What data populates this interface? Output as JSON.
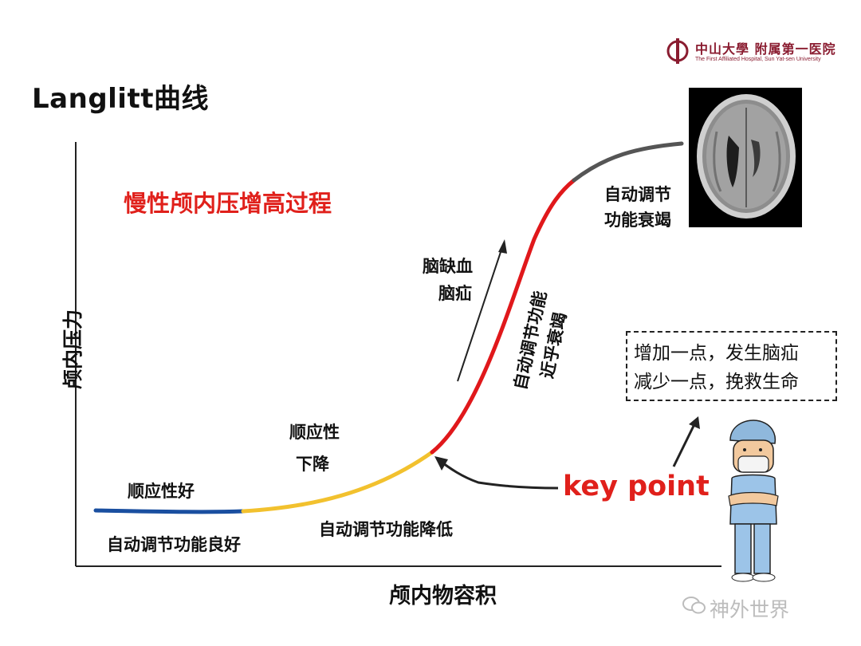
{
  "title": "Langlitt曲线",
  "subtitle": "慢性颅内压增高过程",
  "axes": {
    "y_label": "颅内压力",
    "x_label": "颅内物容积"
  },
  "stages": {
    "good_top": "顺应性好",
    "good_bottom": "自动调节功能良好",
    "decline_top_1": "顺应性",
    "decline_top_2": "下降",
    "decline_bottom": "自动调节功能降低",
    "ischemia_1": "脑缺血",
    "ischemia_2": "脑疝",
    "near_fail_1": "自动调节功能",
    "near_fail_2": "近乎衰竭",
    "fail_1": "自动调节",
    "fail_2": "功能衰竭"
  },
  "key_point": "key point",
  "note": {
    "line1": "增加一点，发生脑疝",
    "line2": "减少一点，挽救生命"
  },
  "logo": {
    "cn": "中山大學 附属第一医院",
    "en": "The First Affiliated Hospital, Sun Yat-sen University"
  },
  "watermark": "神外世界",
  "colors": {
    "good": "#1a4fa0",
    "decline": "#f2c12e",
    "critical": "#e0181b",
    "failure": "#555555",
    "accent": "#e0201b"
  }
}
